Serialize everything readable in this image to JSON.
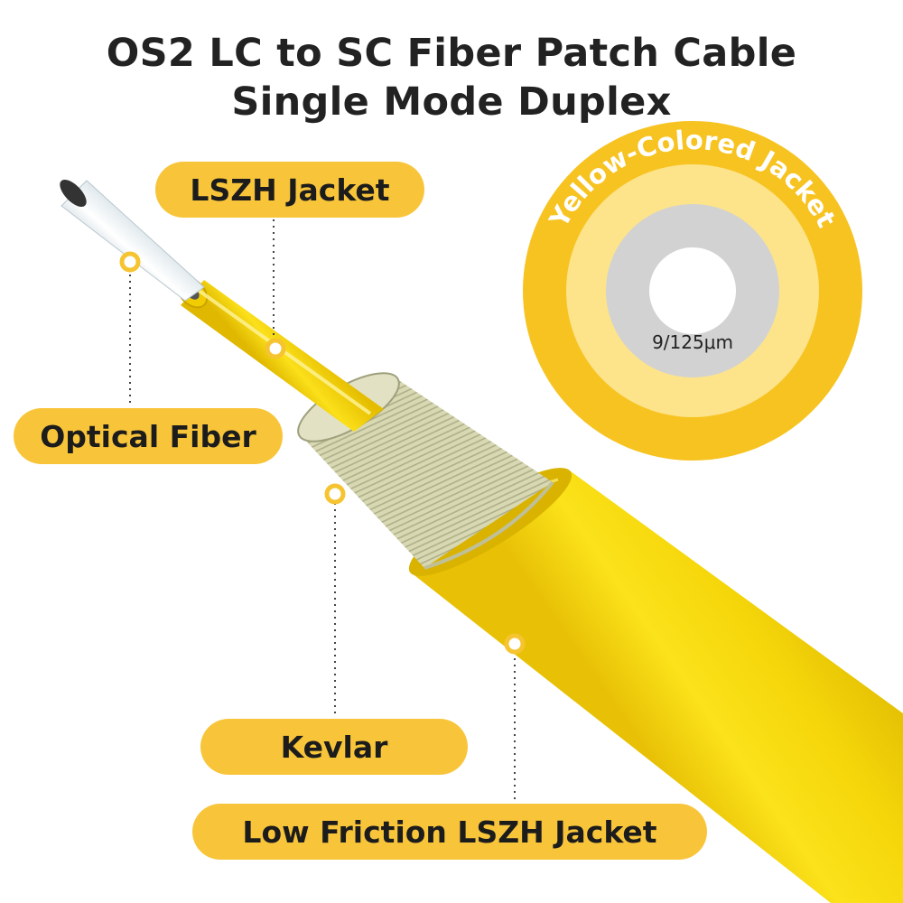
{
  "title": {
    "line1": "OS2 LC to SC Fiber Patch Cable",
    "line2": "Single Mode Duplex"
  },
  "labels": {
    "lszh_jacket": "LSZH Jacket",
    "optical_fiber": "Optical Fiber",
    "kevlar": "Kevlar",
    "low_friction_jacket": "Low Friction LSZH Jacket"
  },
  "cross_section": {
    "ring_text": "Yellow-Colored Jacket",
    "core_text": "9/125μm"
  },
  "colors": {
    "pill": "#f8c53a",
    "cable_yellow": "#f5d60a",
    "kevlar": "#cfcfa6",
    "fiber": "#e9f1f4"
  }
}
